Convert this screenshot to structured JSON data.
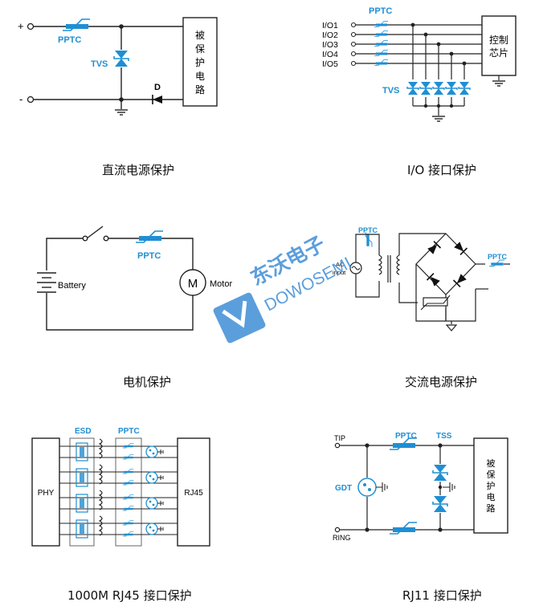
{
  "colors": {
    "accent": "#1f8fd3",
    "line": "#222222",
    "watermark": "#3f8ed6"
  },
  "panel_dc": {
    "caption": "直流电源保护",
    "plus": "+",
    "minus": "-",
    "pptc": "PPTC",
    "tvs": "TVS",
    "diode": "D",
    "box": [
      "被",
      "保",
      "护",
      "电",
      "路"
    ]
  },
  "panel_io": {
    "caption": "I/O 接口保护",
    "lines": [
      "I/O1",
      "I/O2",
      "I/O3",
      "I/O4",
      "I/O5"
    ],
    "pptc": "PPTC",
    "tvs": "TVS",
    "chip": [
      "控制",
      "芯片"
    ]
  },
  "panel_motor": {
    "caption": "电机保护",
    "battery": "Battery",
    "pptc": "PPTC",
    "motor_symbol": "M",
    "motor": "Motor"
  },
  "panel_ac": {
    "caption": "交流电源保护",
    "pptc_left": "PPTC",
    "pptc_right": "PPTC",
    "ac": [
      "AC",
      "input"
    ]
  },
  "panel_rj45": {
    "caption": "1000M RJ45 接口保护",
    "esd": "ESD",
    "pptc": "PPTC",
    "phy": "PHY",
    "rj45": "RJ45"
  },
  "panel_rj11": {
    "caption": "RJ11 接口保护",
    "tip": "TIP",
    "ring": "RING",
    "pptc": "PPTC",
    "tss": "TSS",
    "gdt": "GDT",
    "box": [
      "被",
      "保",
      "护",
      "电",
      "路"
    ]
  },
  "watermark": {
    "cn": "东沃电子",
    "en": "DOWOSEMI"
  }
}
